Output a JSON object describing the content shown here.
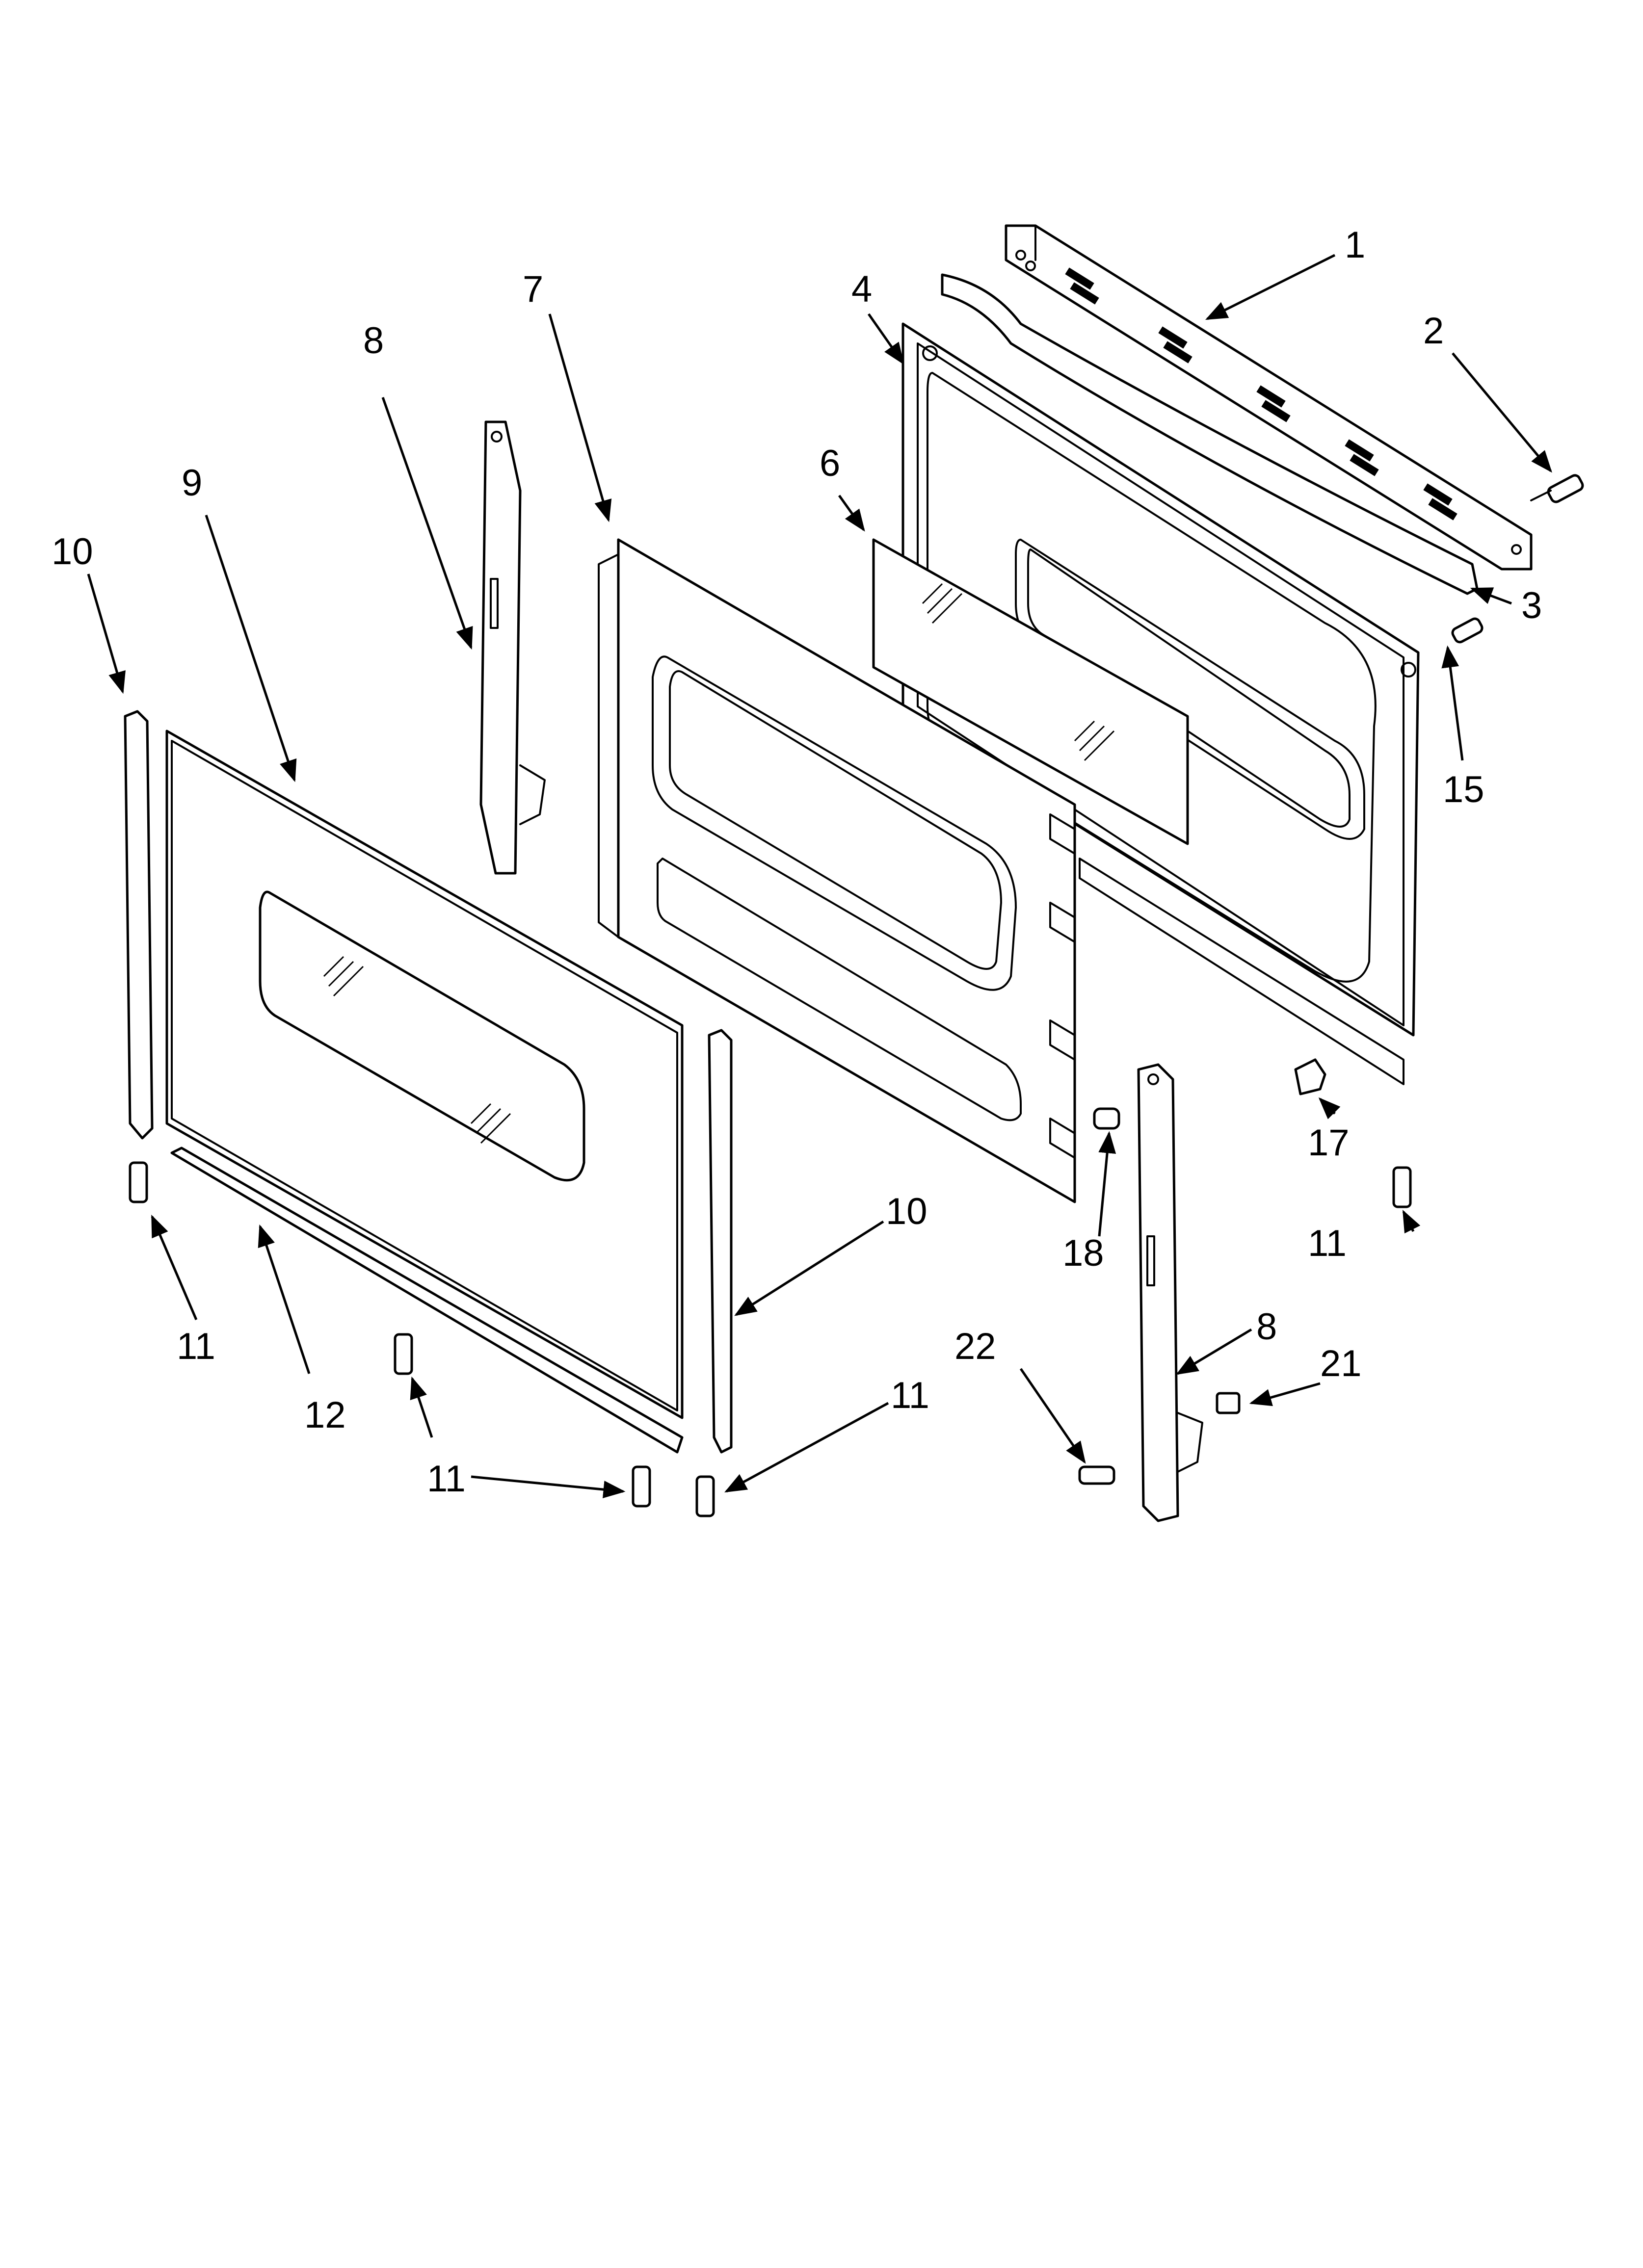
{
  "diagram": {
    "callouts": {
      "c1": "1",
      "c2": "2",
      "c3": "3",
      "c4": "4",
      "c6": "6",
      "c7": "7",
      "c8_top": "8",
      "c9": "9",
      "c10_left": "10",
      "c15": "15",
      "c17": "17",
      "c18": "18",
      "c10_mid": "10",
      "c11_left": "11",
      "c12": "12",
      "c11_bottom": "11",
      "c11_mid": "11",
      "c11_right": "11",
      "c8_bottom": "8",
      "c21": "21",
      "c22": "22"
    }
  }
}
